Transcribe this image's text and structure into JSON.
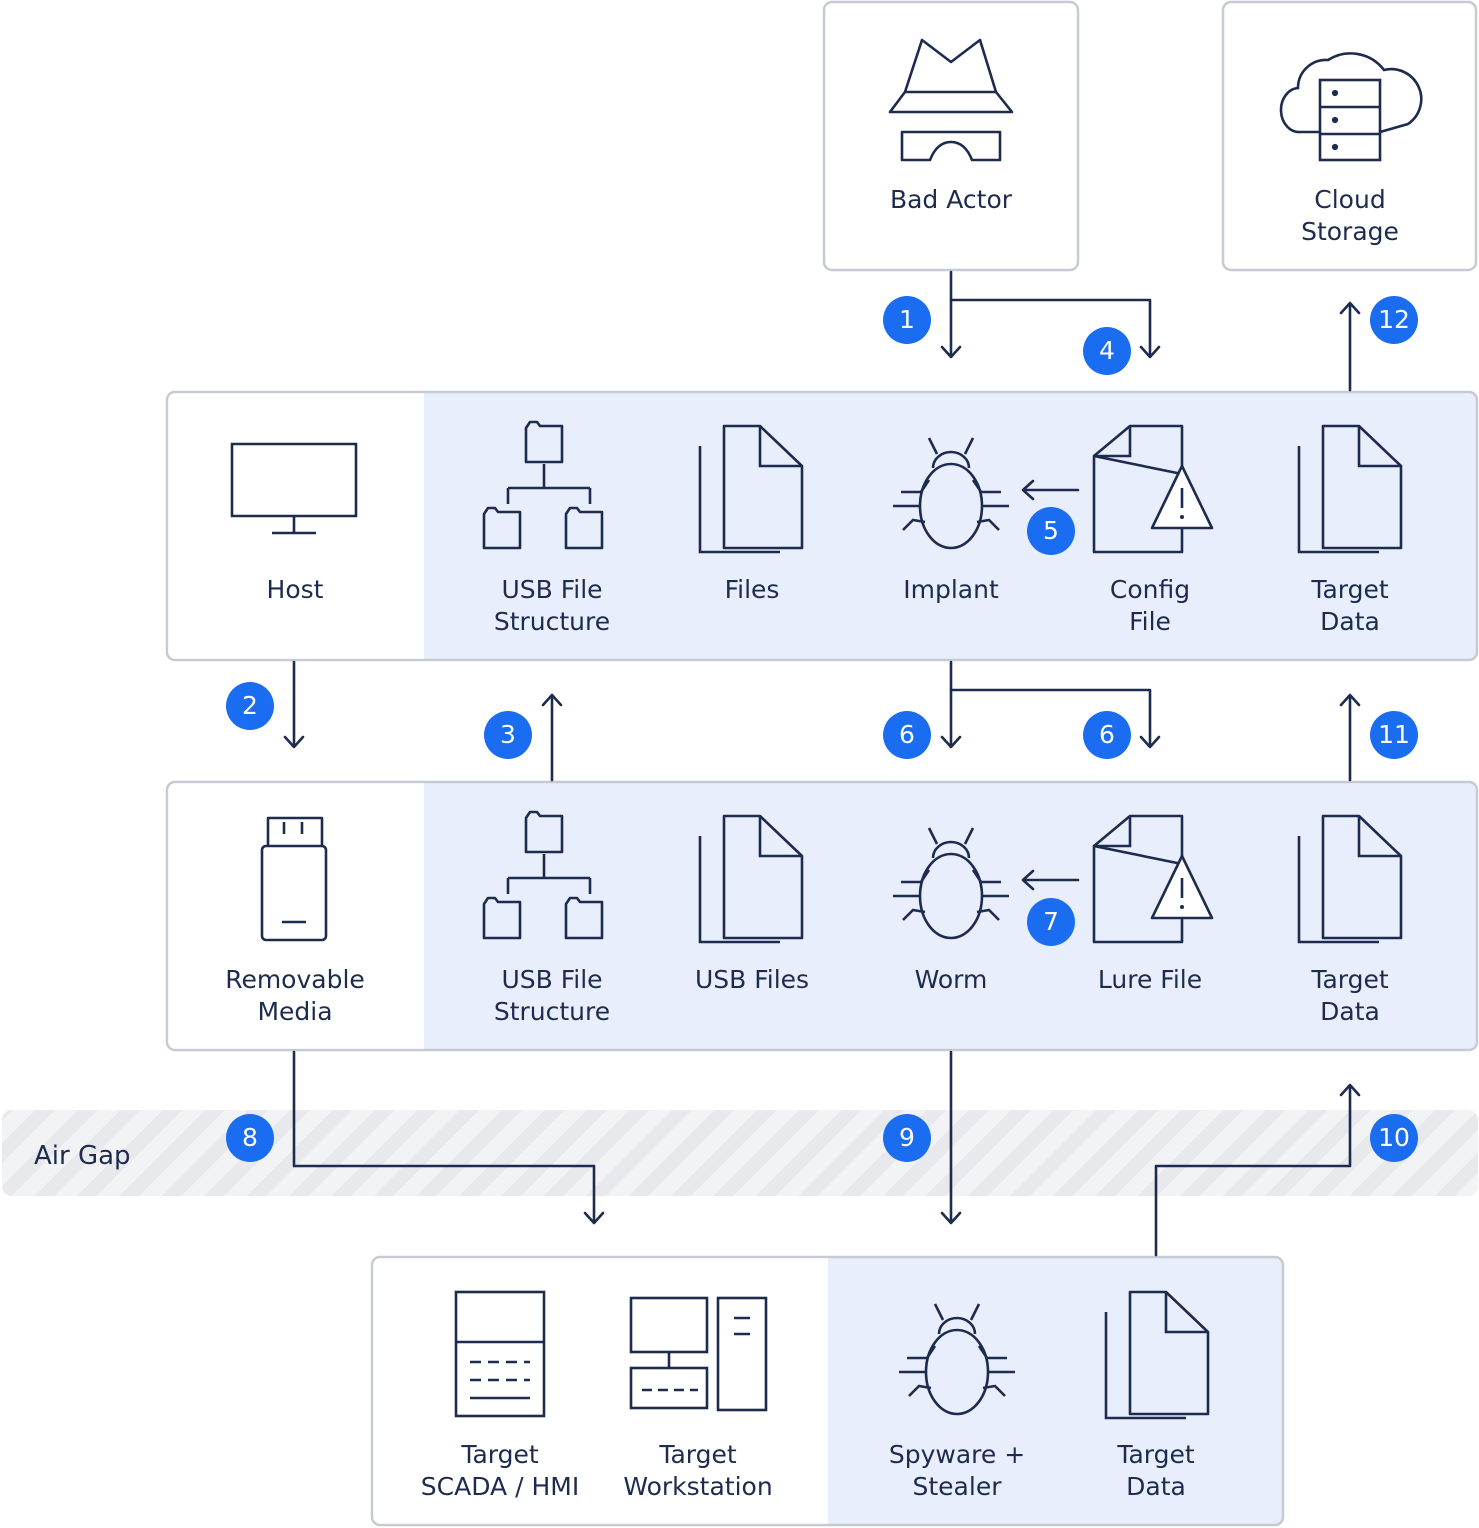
{
  "colors": {
    "ink": "#1d2b4e",
    "badge": "#1a6cf0",
    "panel_fill": "#e8eefb",
    "panel_border": "#c5cad3",
    "airgap": "#eeeff2"
  },
  "air_gap": {
    "label": "Air Gap"
  },
  "nodes": {
    "bad_actor": "Bad Actor",
    "cloud_storage": "Cloud\nStorage",
    "host": "Host",
    "usb_file_structure_1": "USB File\nStructure",
    "files": "Files",
    "implant": "Implant",
    "config_file": "Config\nFile",
    "target_data_1": "Target\nData",
    "removable_media": "Removable\nMedia",
    "usb_file_structure_2": "USB File\nStructure",
    "usb_files": "USB Files",
    "worm": "Worm",
    "lure_file": "Lure File",
    "target_data_2": "Target\nData",
    "target_scada": "Target\nSCADA / HMI",
    "target_workstation": "Target\nWorkstation",
    "spyware_stealer": "Spyware +\nStealer",
    "target_data_3": "Target\nData"
  },
  "steps": {
    "s1": "1",
    "s2": "2",
    "s3": "3",
    "s4": "4",
    "s5": "5",
    "s6a": "6",
    "s6b": "6",
    "s7": "7",
    "s8": "8",
    "s9": "9",
    "s10": "10",
    "s11": "11",
    "s12": "12"
  },
  "icons": [
    "spy-icon",
    "cloud-server-icon",
    "monitor-icon",
    "folder-tree-icon",
    "files-icon",
    "bug-icon",
    "config-warning-file-icon",
    "usb-drive-icon",
    "scada-panel-icon",
    "workstation-icon"
  ]
}
